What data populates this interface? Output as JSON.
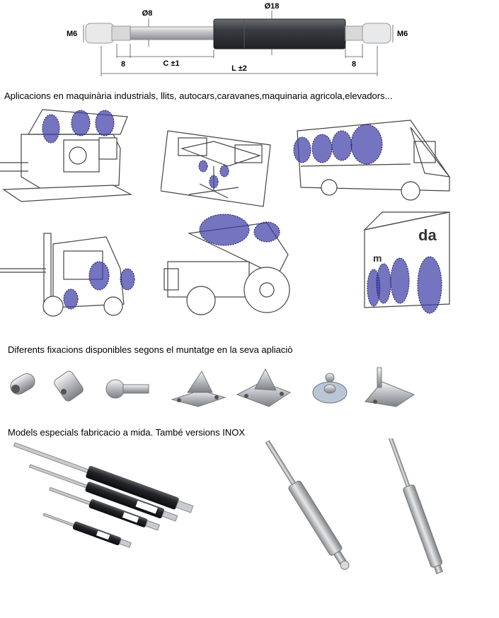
{
  "diagram": {
    "labels": {
      "rod_diameter": "Ø8",
      "tube_diameter": "Ø18",
      "thread_left": "M6",
      "thread_right": "M6",
      "end_left": "8",
      "stroke": "C ±1",
      "length": "L ±2",
      "end_right": "8"
    }
  },
  "sections": {
    "applications_caption": "Aplicacions en maquinària industrials, llits, autocars,caravanes,maquinaria agricola,elevadors...",
    "fixings_caption": "Diferents fixacions disponibles segons el muntatge en la seva apliaciò",
    "models_caption": "Models especials fabricacio a mida. També versions INOX"
  },
  "illustrations": {
    "van_lettering": "m",
    "caravan_lettering": "da"
  },
  "colors": {
    "gas_spring_highlight": "#3e3fa8",
    "cylinder_body": "#3a3d42",
    "rod_metal": "#c9ccd0"
  }
}
